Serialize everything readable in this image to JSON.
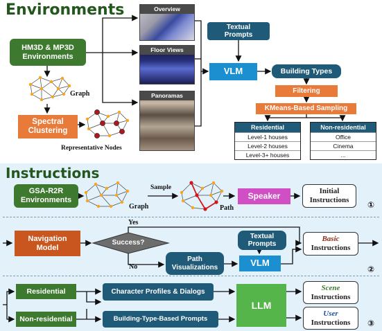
{
  "environments": {
    "title": "Environments",
    "hm3d_mp3d": "HM3D & MP3D\nEnvironments",
    "graph_label": "Graph",
    "spectral": "Spectral\nClustering",
    "rep_nodes": "Representative Nodes",
    "overview": "Overview",
    "floor_views": "Floor Views",
    "panoramas": "Panoramas",
    "textual_prompts": "Textual\nPrompts",
    "vlm": "VLM",
    "building_types": "Building Types",
    "filtering": "Filtering",
    "kmeans": "KMeans-Based Sampling",
    "residential": {
      "header": "Residential",
      "rows": [
        "Level-1 houses",
        "Level-2 houses",
        "Level-3+ houses"
      ]
    },
    "non_residential": {
      "header": "Non-residential",
      "rows": [
        "Office",
        "Cinema",
        "..."
      ]
    }
  },
  "instructions": {
    "title": "Instructions",
    "row1": {
      "gsa": "GSA-R2R\nEnvironments",
      "graph_label": "Graph",
      "sample": "Sample",
      "path": "Path",
      "speaker": "Speaker",
      "initial": "Initial\nInstructions",
      "num": "①"
    },
    "row2": {
      "yes": "Yes",
      "no": "No",
      "nav_model": "Navigation\nModel",
      "success": "Success?",
      "path_vis": "Path\nVisualizations",
      "textual_prompts": "Textual\nPrompts",
      "vlm": "VLM",
      "basic_word": "Basic",
      "basic_rest": "Instructions",
      "num": "②"
    },
    "row3": {
      "residential": "Residential",
      "non_residential": "Non-residential",
      "profiles": "Character Profiles & Dialogs",
      "building_prompts": "Building-Type-Based Prompts",
      "llm": "LLM",
      "scene_word": "Scene",
      "scene_rest": "Instructions",
      "user_word": "User",
      "user_rest": "Instructions",
      "num": "③"
    }
  },
  "colors": {
    "green": "#3d7a2f",
    "teal": "#1f5a78",
    "blue": "#1b8fd0",
    "orange": "#e97b3a",
    "magenta": "#d04fc4",
    "panel": "#e3f1fa"
  }
}
